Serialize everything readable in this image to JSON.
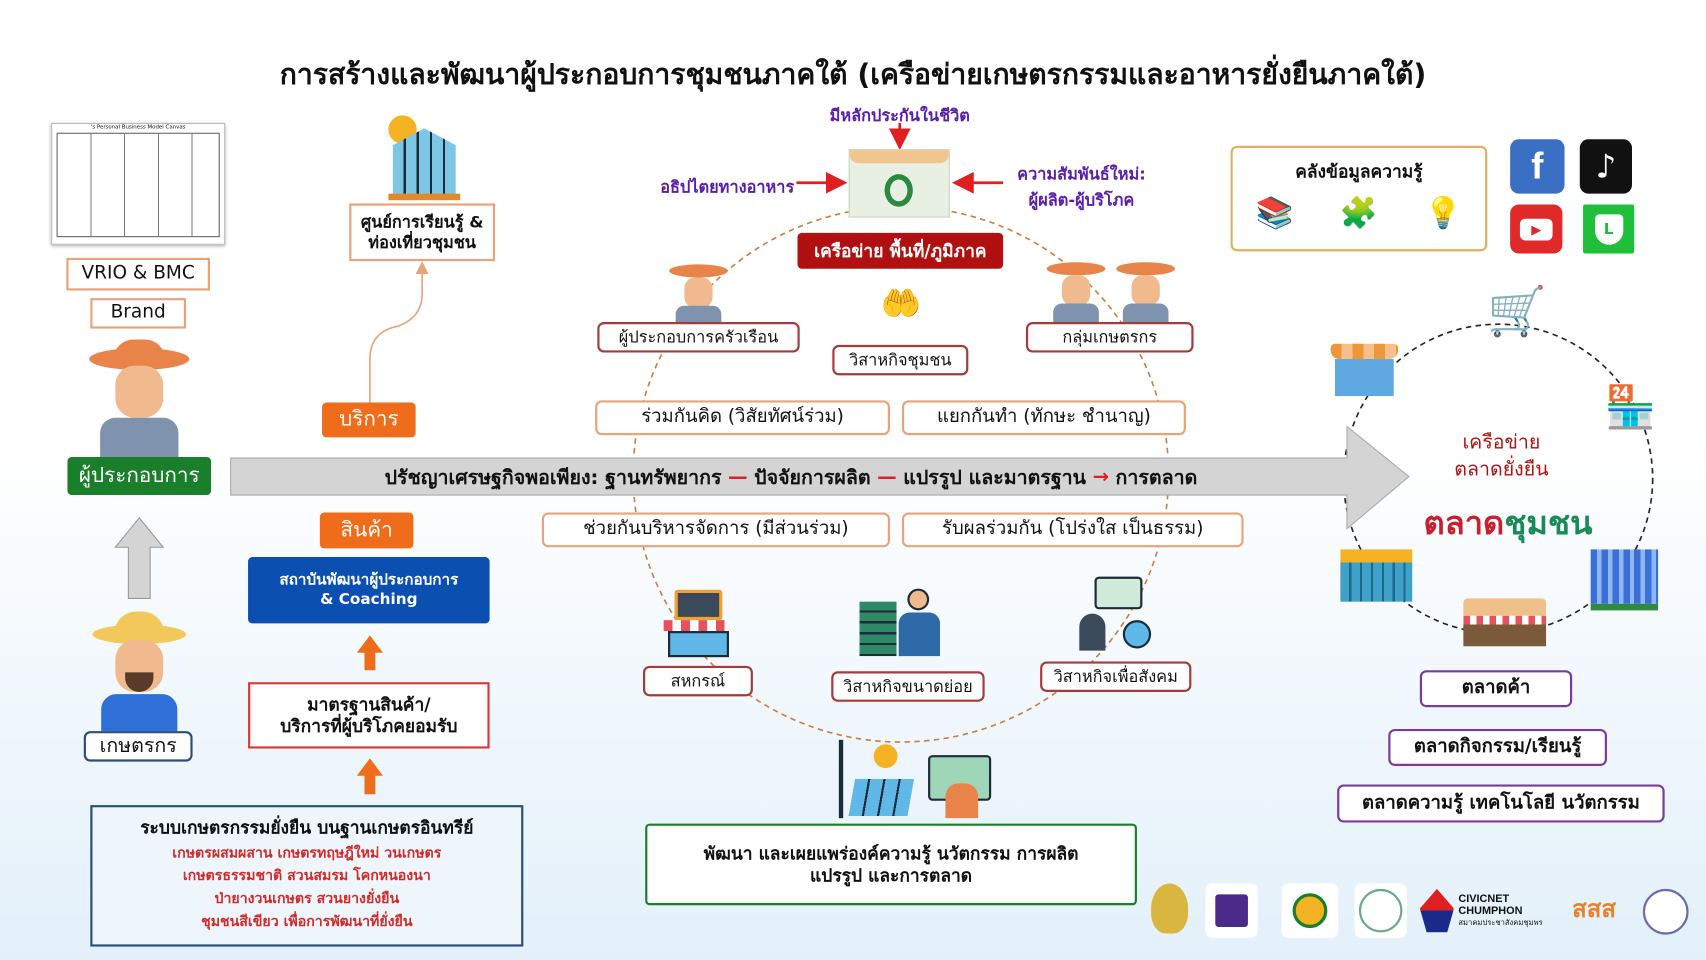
{
  "title": "การสร้างและพัฒนาผู้ประกอบการชุมชนภาคใต้ (เครือข่ายเกษตรกรรมและอาหารยั่งยืนภาคใต้)",
  "left": {
    "bmc_caption": "'s Personal Business Model Canvas",
    "vrio": "VRIO & BMC",
    "brand": "Brand",
    "entrepreneur": "ผู้ประกอบการ",
    "farmer": "เกษตรกร"
  },
  "service_col": {
    "learning_center": "ศูนย์การเรียนรู้ & ท่องเที่ยวชุมชน",
    "service": "บริการ",
    "product": "สินค้า",
    "institute_line1": "สถาบันพัฒนาผู้ประกอบการ",
    "institute_line2": "& Coaching",
    "standard_line1": "มาตรฐานสินค้า/",
    "standard_line2": "บริการที่ผู้บริโภคยอมรับ"
  },
  "sustainable_box": {
    "heading": "ระบบเกษตรกรรมยั่งยืน บนฐานเกษตรอินทรีย์",
    "lines": [
      "เกษตรผสมผสาน เกษตรทฤษฎีใหม่ วนเกษตร",
      "เกษตรธรรมชาติ สวนสมรม โคกหนองนา",
      "ป่ายางวนเกษตร สวนยางยั่งยืน",
      "ชุมชนสีเขียว เพื่อการพัฒนาที่ยั่งยืน"
    ]
  },
  "center": {
    "life_security": "มีหลักประกันในชีวิต",
    "food_sovereignty": "อธิปไตยทางอาหาร",
    "new_relation_line1": "ความสัมพันธ์ใหม่:",
    "new_relation_line2": "ผู้ผลิต-ผู้บริโภค",
    "network_area": "เครือข่าย พื้นที่/ภูมิภาค",
    "household": "ผู้ประกอบการครัวเรือน",
    "community_enterprise": "วิสาหกิจชุมชน",
    "farmer_group": "กลุ่มเกษตรกร",
    "think_together": "ร่วมกันคิด (วิสัยทัศน์ร่วม)",
    "work_separately": "แยกกันทำ (ทักษะ ชำนาญ)",
    "manage_together": "ช่วยกันบริหารจัดการ (มีส่วนร่วม)",
    "share_benefit": "รับผลร่วมกัน (โปร่งใส เป็นธรรม)",
    "cooperative": "สหกรณ์",
    "sme": "วิสาหกิจขนาดย่อย",
    "social_enterprise": "วิสาหกิจเพื่อสังคม",
    "develop_line1": "พัฒนา และเผยแพร่องค์ความรู้ นวัตกรรม การผลิต",
    "develop_line2": "แปรรูป และการตลาด"
  },
  "band": {
    "part1": "ปรัชญาเศรษฐกิจพอเพียง: ฐานทรัพยากร",
    "part2": "ปัจจัยการผลิต",
    "part3": "แปรรูป และมาตรฐาน",
    "part4": "การตลาด"
  },
  "right": {
    "knowledge_bank": "คลังข้อมูลความรู้",
    "social": [
      "facebook",
      "tiktok",
      "youtube",
      "line"
    ],
    "network_line1": "เครือข่าย",
    "network_line2": "ตลาดยั่งยืน",
    "logo_red": "ตลาด",
    "logo_green": "ชุมชน",
    "markets": [
      "ตลาดค้า",
      "ตลาดกิจกรรม/เรียนรู้",
      "ตลาดความรู้ เทคโนโลยี นวัตกรรม"
    ]
  },
  "logos": {
    "civicnet": "CIVICNET CHUMPHON",
    "civicnet_th": "สมาคมประชาสังคมชุมพร",
    "thaihealth": "สสส"
  },
  "colors": {
    "green": "#1a7f2a",
    "orange": "#ef6c1a",
    "blue": "#0b4fb0",
    "darkred": "#b01010",
    "purple": "#5a1fa8"
  }
}
